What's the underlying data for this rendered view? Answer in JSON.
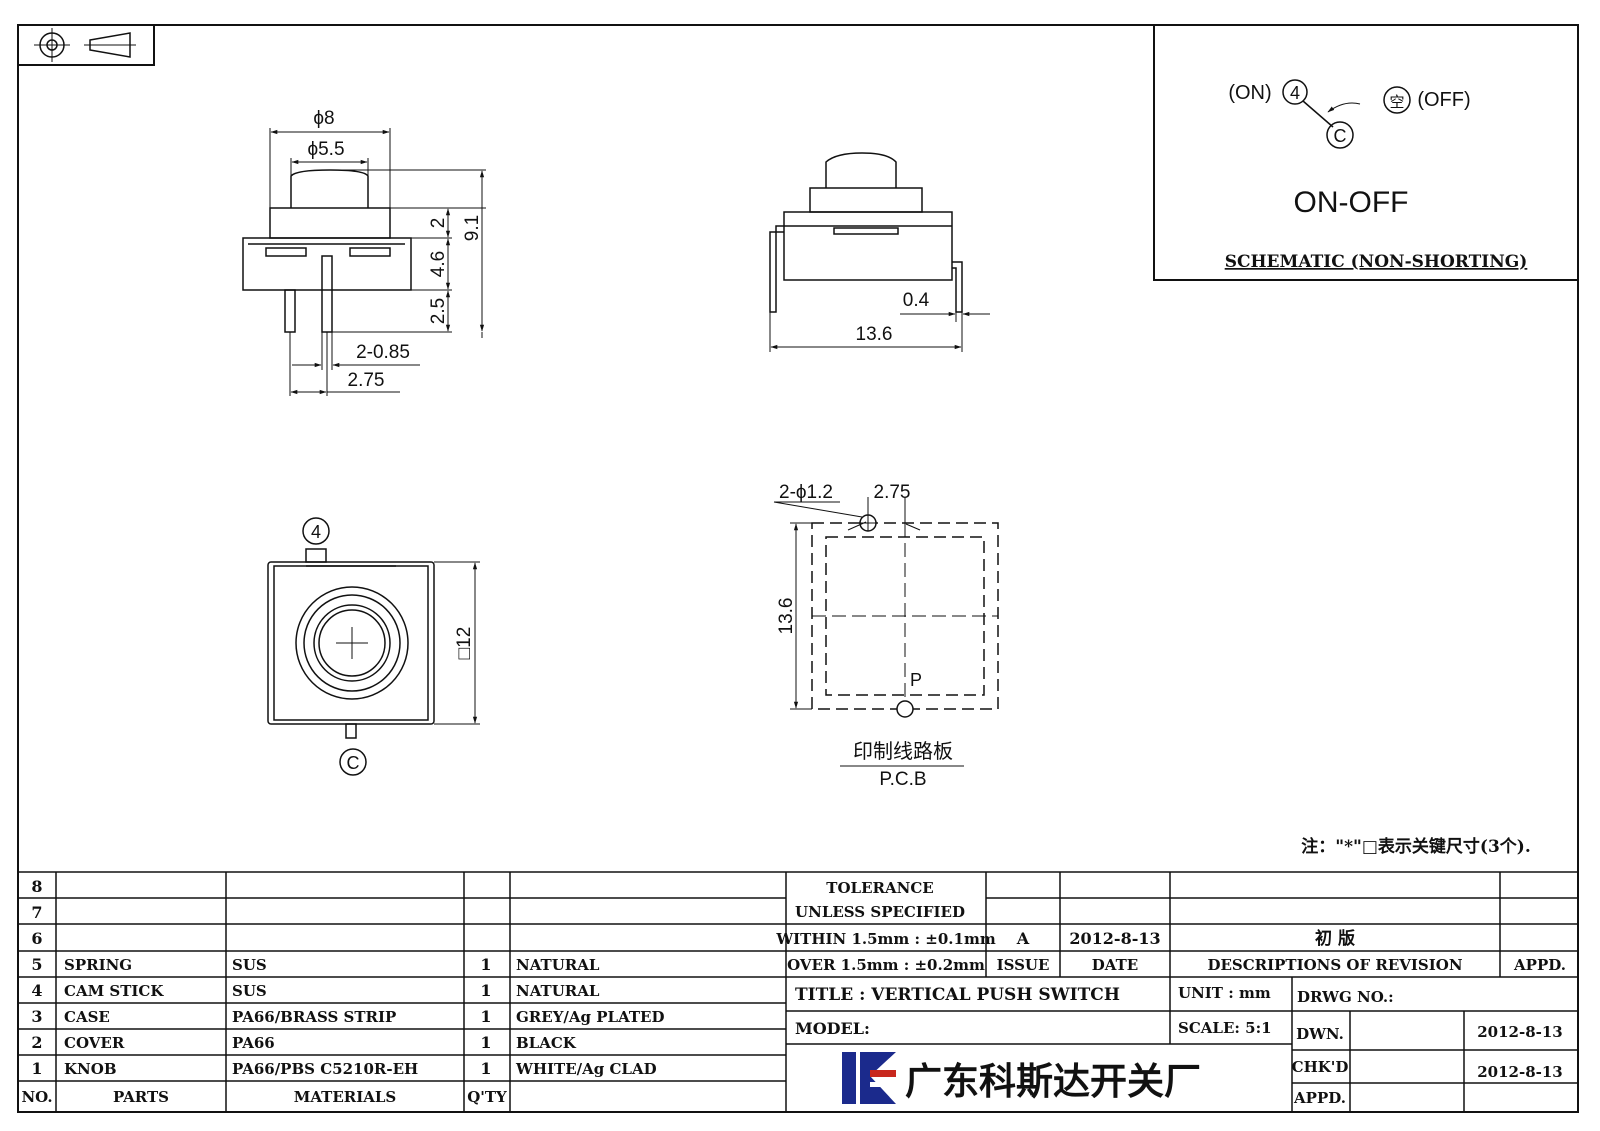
{
  "views": {
    "side": {
      "dim_outer_dia": "ϕ8",
      "dim_inner_dia": "ϕ5.5",
      "dim_top": "2",
      "dim_mid": "4.6",
      "dim_pin": "2.5",
      "dim_total": "9.1",
      "dim_pin_width": "2-0.85",
      "dim_pin_pitch": "2.75"
    },
    "front": {
      "dim_pin_thickness": "0.4",
      "dim_width": "13.6"
    },
    "top": {
      "terminal_top": "4",
      "terminal_bottom": "C",
      "dim_square": "□12"
    },
    "pcb": {
      "dim_holes": "2-ϕ1.2",
      "dim_pitch": "2.75",
      "dim_size": "13.6",
      "point_label": "P",
      "label_cn": "印制线路板",
      "label_en": "P.C.B"
    }
  },
  "schematic": {
    "on_label": "(ON)",
    "terminal_on": "4",
    "terminal_common": "C",
    "off_symbol": "空",
    "off_label": "(OFF)",
    "title": "ON-OFF",
    "caption": "SCHEMATIC (NON-SHORTING)"
  },
  "note": "注：\"*\"□表示关键尺寸(3个).",
  "bom": {
    "header": {
      "no": "NO.",
      "parts": "PARTS",
      "materials": "MATERIALS",
      "qty": "Q'TY",
      "finish": ""
    },
    "empty_rows": [
      "8",
      "7",
      "6"
    ],
    "rows": [
      {
        "no": "5",
        "part": "SPRING",
        "material": "SUS",
        "qty": "1",
        "finish": "NATURAL"
      },
      {
        "no": "4",
        "part": "CAM STICK",
        "material": "SUS",
        "qty": "1",
        "finish": "NATURAL"
      },
      {
        "no": "3",
        "part": "CASE",
        "material": "PA66/BRASS STRIP",
        "qty": "1",
        "finish": "GREY/Ag PLATED"
      },
      {
        "no": "2",
        "part": "COVER",
        "material": "PA66",
        "qty": "1",
        "finish": "BLACK"
      },
      {
        "no": "1",
        "part": "KNOB",
        "material": "PA66/PBS C5210R-EH",
        "qty": "1",
        "finish": "WHITE/Ag CLAD"
      }
    ]
  },
  "tolerance": {
    "line1": "TOLERANCE",
    "line2": "UNLESS  SPECIFIED",
    "line3": "WITHIN 1.5mm : ±0.1mm",
    "line4": "OVER 1.5mm : ±0.2mm"
  },
  "revision": {
    "issue": "A",
    "date": "2012-8-13",
    "description": "初 版",
    "col_issue": "ISSUE",
    "col_date": "DATE",
    "col_desc": "DESCRIPTIONS OF REVISION",
    "col_appd": "APPD."
  },
  "title_block": {
    "title": "TITLE :  VERTICAL PUSH SWITCH",
    "model": "MODEL:",
    "unit": "UNIT :  mm",
    "scale": "SCALE:  5:1",
    "drwg_no": "DRWG NO.:",
    "dwn": "DWN.",
    "dwn_date": "2012-8-13",
    "chkd": "CHK'D",
    "chkd_date": "2012-8-13",
    "appd": "APPD.",
    "company": "广东科斯达开关厂"
  },
  "colors": {
    "logo_blue": "#1b2a8c",
    "logo_red": "#c8281e"
  }
}
